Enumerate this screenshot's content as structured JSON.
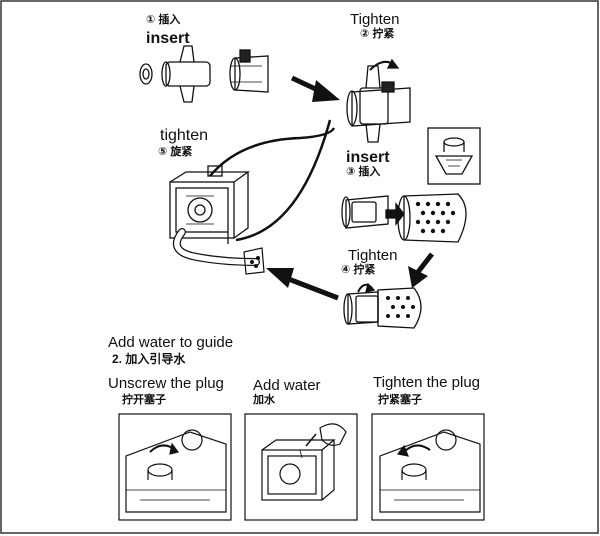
{
  "steps": {
    "s1": {
      "marker": "①",
      "zh": "插入",
      "en": "insert"
    },
    "s2": {
      "en": "Tighten",
      "marker": "②",
      "zh": "拧紧"
    },
    "s3": {
      "en": "insert",
      "marker": "③",
      "zh": "插入"
    },
    "s4": {
      "en": "Tighten",
      "marker": "④",
      "zh": "拧紧"
    },
    "s5": {
      "en": "tighten",
      "marker": "⑤",
      "zh": "旋紧"
    }
  },
  "water_section": {
    "title_en": "Add water to guide",
    "title_zh": "2. 加入引导水",
    "panels": [
      {
        "en": "Unscrew the plug",
        "zh": "拧开塞子"
      },
      {
        "en": "Add water",
        "zh": "加水"
      },
      {
        "en": "Tighten the plug",
        "zh": "拧紧塞子"
      }
    ]
  },
  "colors": {
    "line": "#111111",
    "background": "#ffffff"
  }
}
